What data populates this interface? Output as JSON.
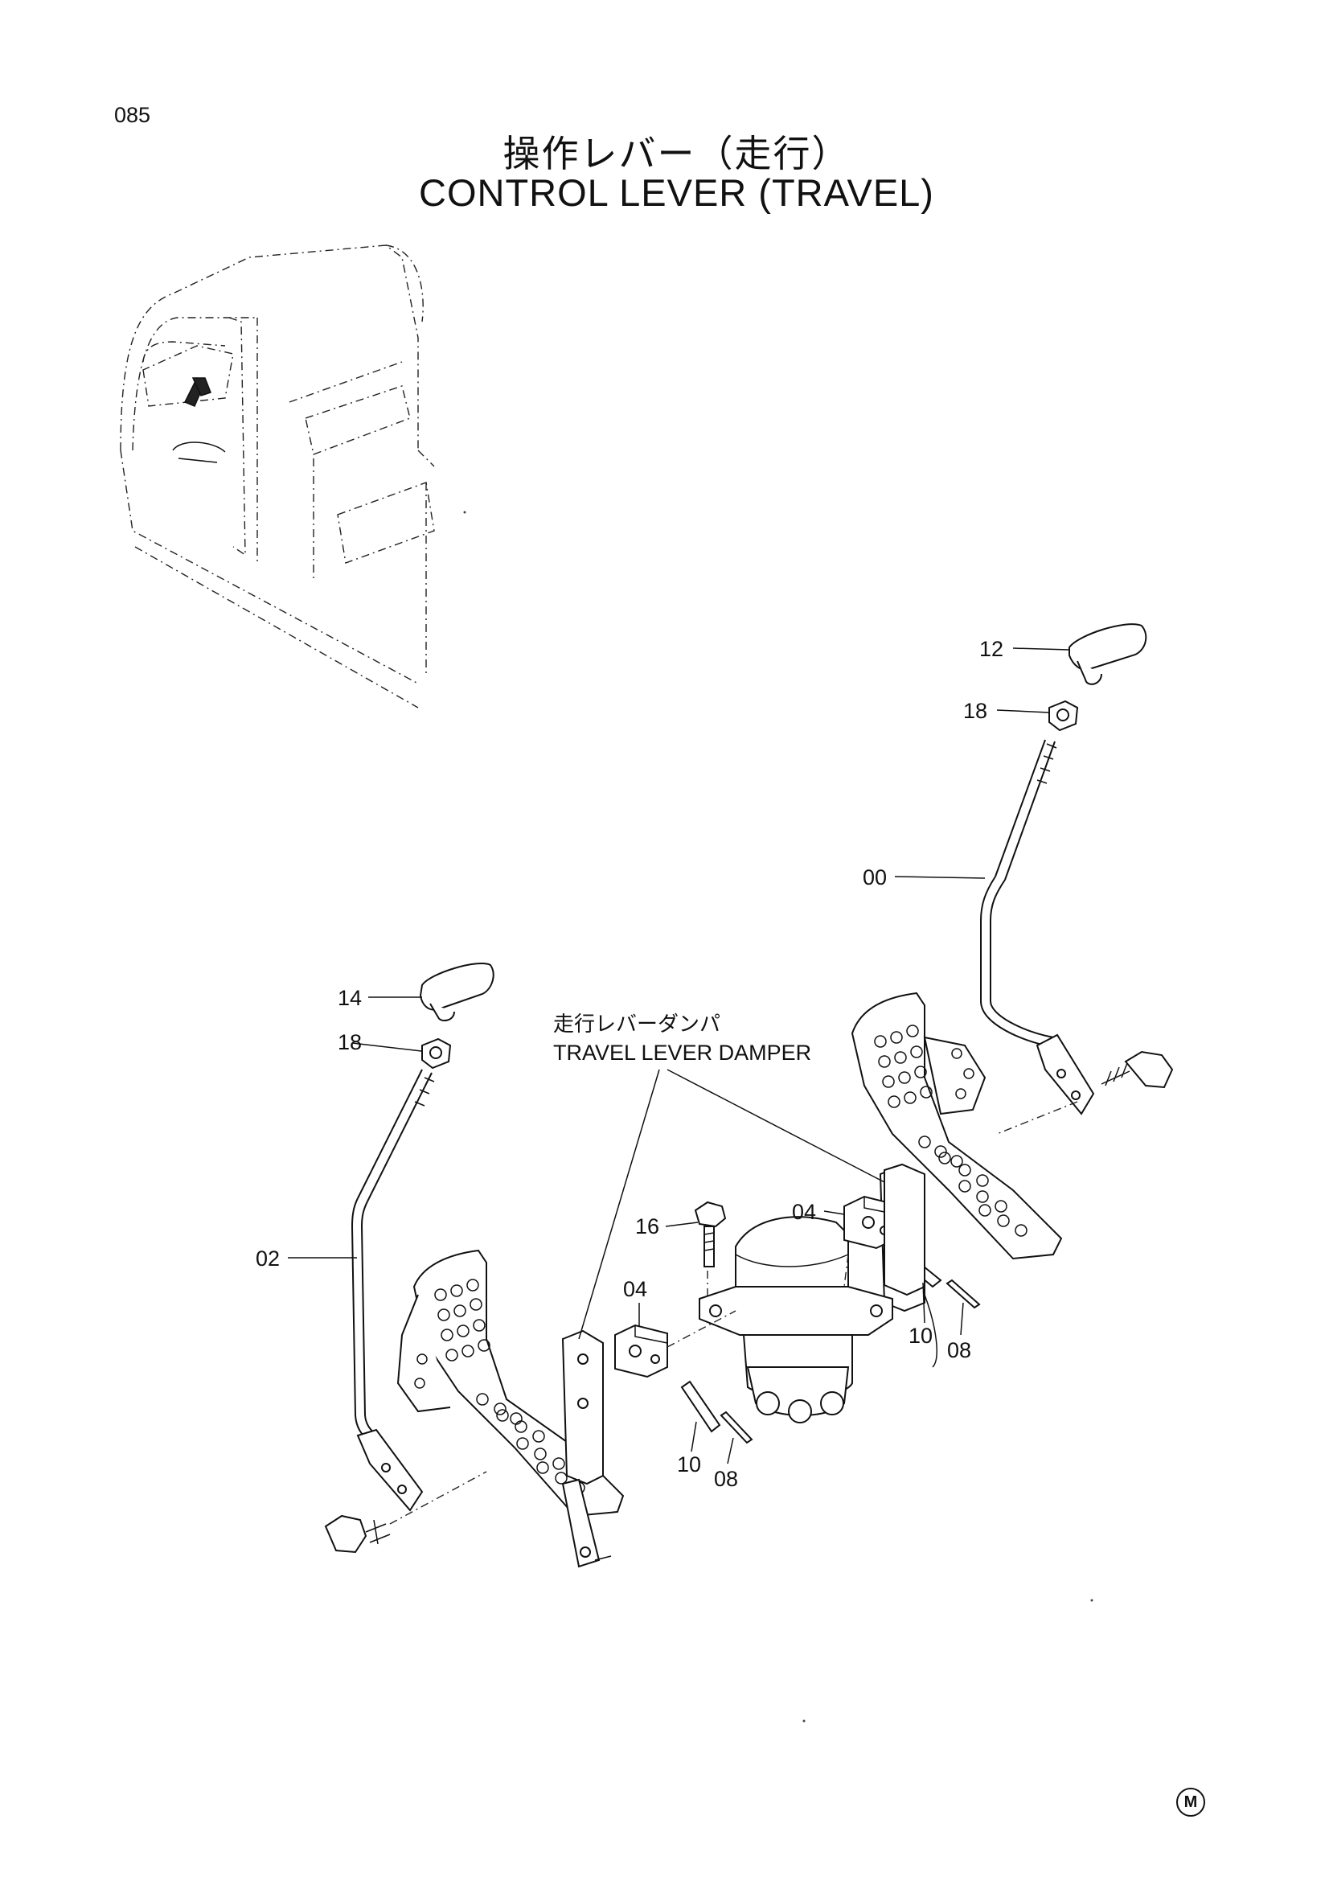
{
  "header": {
    "page_number": "085",
    "title_jp": "操作レバー（走行）",
    "title_en": "CONTROL LEVER (TRAVEL)"
  },
  "callouts": {
    "part_12": "12",
    "part_18_right": "18",
    "part_00": "00",
    "part_14": "14",
    "part_18_left": "18",
    "part_02": "02",
    "part_16": "16",
    "part_04_right": "04",
    "part_04_left": "04",
    "part_10_right": "10",
    "part_08_right": "08",
    "part_10_left": "10",
    "part_08_left": "08"
  },
  "damper_label": {
    "jp": "走行レバーダンパ",
    "en": "TRAVEL LEVER DAMPER"
  },
  "footer": {
    "mark": "M"
  }
}
